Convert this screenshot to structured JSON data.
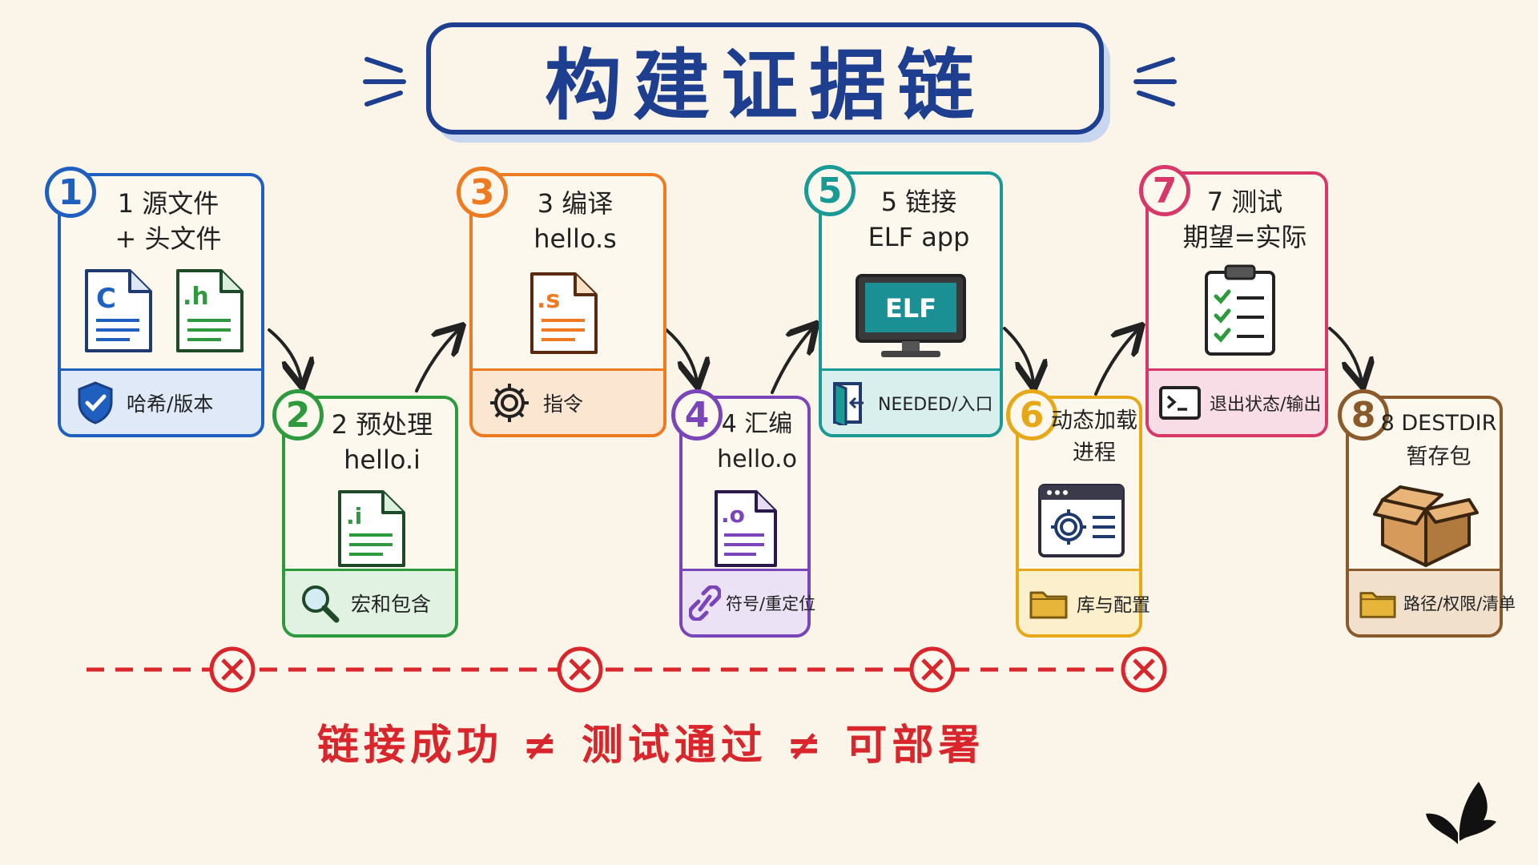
{
  "title": "构建证据链",
  "colors": {
    "blue": "#1f5fbf",
    "green": "#2e9a3e",
    "orange": "#ee7a22",
    "purple": "#7a45b8",
    "teal": "#1a9a94",
    "yellow": "#e6a817",
    "pink": "#d8376a",
    "brown": "#8a5a2b",
    "red": "#d8262c",
    "navy": "#1e3f8f"
  },
  "stages": [
    {
      "num": "1",
      "label": "1 源文件\n+ 头文件",
      "footer": "哈希/版本",
      "art_icons": [
        "c-file-icon",
        "h-file-icon"
      ],
      "footer_icon": "shield-check-icon"
    },
    {
      "num": "2",
      "label": "2 预处理\nhello.i",
      "footer": "宏和包含",
      "art_icons": [
        "i-file-icon"
      ],
      "footer_icon": "magnifier-icon"
    },
    {
      "num": "3",
      "label": "3 编译\nhello.s",
      "footer": "指令",
      "art_icons": [
        "s-file-icon"
      ],
      "footer_icon": "gear-icon"
    },
    {
      "num": "4",
      "label": "4 汇编\nhello.o",
      "footer": "符号/重定位",
      "art_icons": [
        "o-file-icon"
      ],
      "footer_icon": "link-icon"
    },
    {
      "num": "5",
      "label": "5 链接\nELF app",
      "footer": "NEEDED/入口",
      "art_icons": [
        "monitor-icon"
      ],
      "monitor_text": "ELF",
      "footer_icon": "door-icon"
    },
    {
      "num": "6",
      "label": "动态加载\n进程",
      "footer": "库与配置",
      "art_icons": [
        "app-window-gear-icon"
      ],
      "footer_icon": "folder-icon"
    },
    {
      "num": "7",
      "label": "7 测试\n期望=实际",
      "footer": "退出状态/输出",
      "art_icons": [
        "checklist-icon"
      ],
      "footer_icon": "terminal-icon"
    },
    {
      "num": "8",
      "label": "8 DESTDIR\n暂存包",
      "footer": "路径/权限/清单",
      "art_icons": [
        "box-icon"
      ],
      "footer_icon": "folder-icon"
    }
  ],
  "file_letters": {
    "c": "C",
    "h": ".h",
    "i": ".i",
    "s": ".s",
    "o": ".o"
  },
  "break_marks": 4,
  "bottom_statement": "链接成功 ≠ 测试通过 ≠ 可部署",
  "logo_icon": "butterfly-icon"
}
